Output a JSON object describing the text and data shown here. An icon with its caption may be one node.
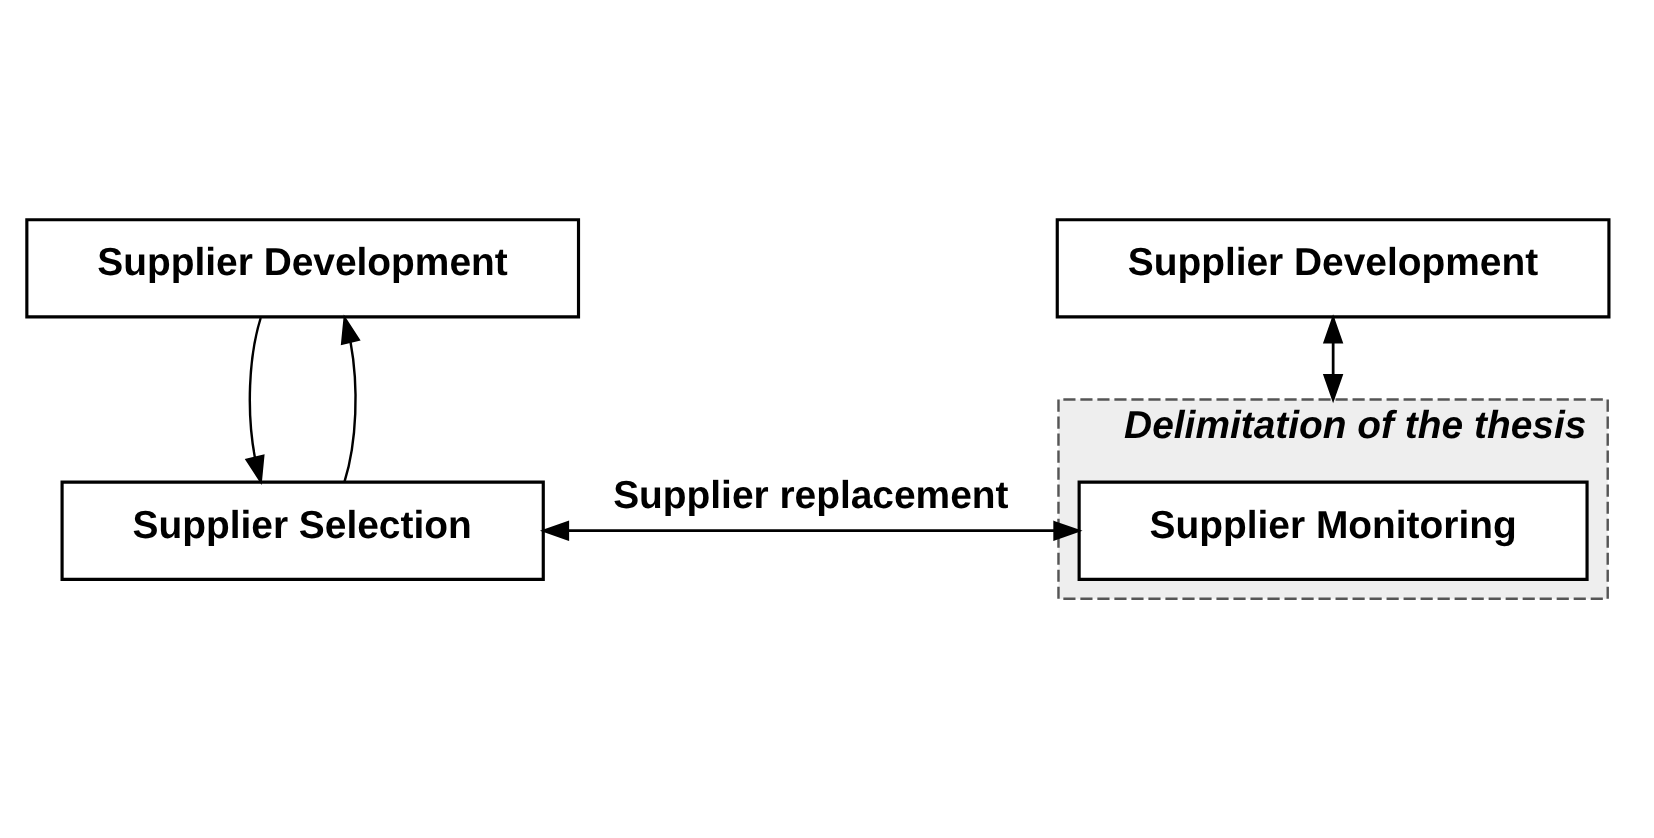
{
  "diagram": {
    "nodes": [
      {
        "text": [
          "Supplier Development"
        ]
      },
      {
        "text": [
          "Supplier Development"
        ]
      },
      {
        "text": [
          "Supplier Selection"
        ]
      },
      {
        "text": [
          "Delimitation of the thesis"
        ]
      },
      {
        "text": [
          "Supplier Monitoring"
        ],
        "in": 3
      }
    ],
    "edges": [
      {
        "from": 0,
        "to": 2,
        "arrow": "to"
      },
      {
        "from": 2,
        "to": 0,
        "arrow": "to"
      },
      {
        "from": 1,
        "to": 3,
        "arrow": "to"
      },
      {
        "from": 3,
        "to": 1,
        "arrow": "to"
      },
      {
        "from": 2,
        "to": 4,
        "arrow": "to"
      },
      {
        "from": 4,
        "to": 2,
        "arrow": "to",
        "label": "Supplier replacement"
      }
    ]
  }
}
